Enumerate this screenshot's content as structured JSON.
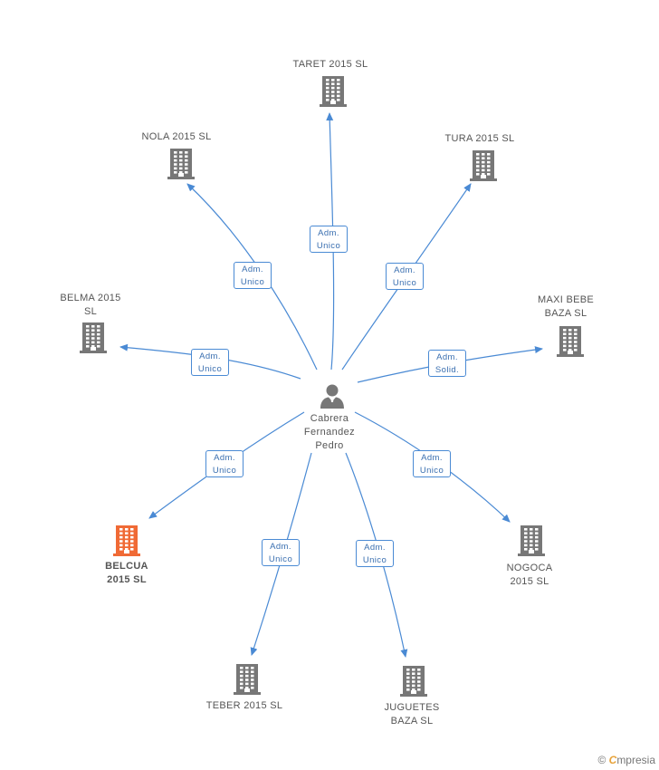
{
  "center": {
    "name": "Cabrera\nFernandez\nPedro",
    "icon": "person-icon"
  },
  "companies": [
    {
      "id": "taret",
      "name": "TARET 2015  SL",
      "role": "Adm.\nUnico",
      "highlight": false
    },
    {
      "id": "nola",
      "name": "NOLA 2015  SL",
      "role": "Adm.\nUnico",
      "highlight": false
    },
    {
      "id": "tura",
      "name": "TURA 2015  SL",
      "role": "Adm.\nUnico",
      "highlight": false
    },
    {
      "id": "belma",
      "name": "BELMA 2015\nSL",
      "role": "Adm.\nUnico",
      "highlight": false
    },
    {
      "id": "maxi",
      "name": "MAXI BEBE\nBAZA SL",
      "role": "Adm.\nSolid.",
      "highlight": false
    },
    {
      "id": "belcua",
      "name": "BELCUA\n2015  SL",
      "role": "Adm.\nUnico",
      "highlight": true
    },
    {
      "id": "nogoca",
      "name": "NOGOCA\n2015  SL",
      "role": "Adm.\nUnico",
      "highlight": false
    },
    {
      "id": "teber",
      "name": "TEBER 2015  SL",
      "role": "Adm.\nUnico",
      "highlight": false
    },
    {
      "id": "juguetes",
      "name": "JUGUETES\nBAZA SL",
      "role": "Adm.\nUnico",
      "highlight": false
    }
  ],
  "colors": {
    "edge": "#4a8ad4",
    "building": "#777777",
    "highlight": "#f06a35",
    "person": "#777777"
  },
  "brand": {
    "copyright": "©",
    "name": "mpresia",
    "initial": "C"
  }
}
